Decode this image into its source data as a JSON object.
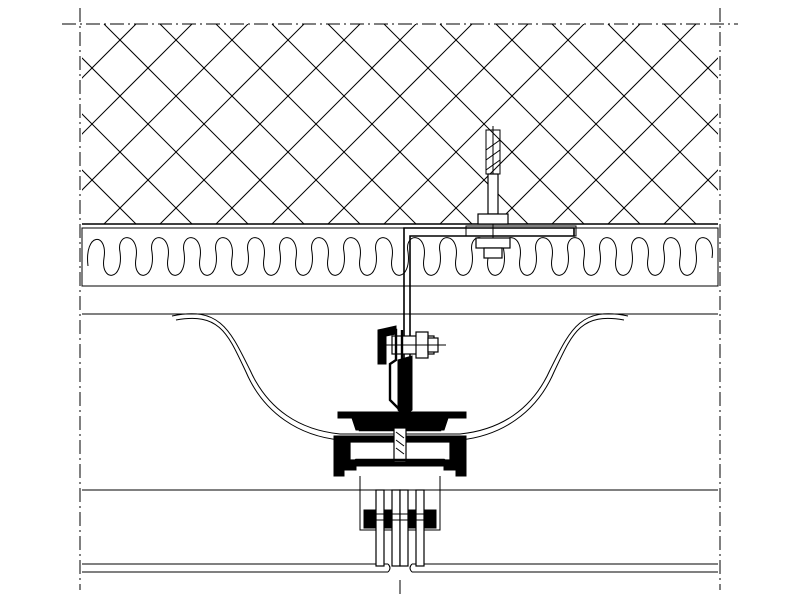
{
  "drawing": {
    "type": "curtain-wall-section-detail",
    "layers": [
      "concrete-hatch",
      "insulation",
      "aluminium-bracket",
      "glass-panels"
    ],
    "colors": {
      "line": "#000000",
      "background": "#ffffff"
    }
  }
}
